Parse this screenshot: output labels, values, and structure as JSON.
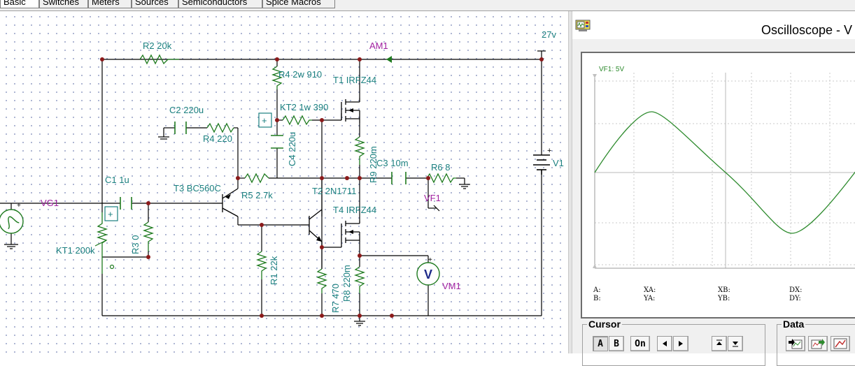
{
  "tabs": [
    {
      "label": "Basic",
      "active": true
    },
    {
      "label": "Switches",
      "active": false
    },
    {
      "label": "Meters",
      "active": false
    },
    {
      "label": "Sources",
      "active": false
    },
    {
      "label": "Semiconductors",
      "active": false
    },
    {
      "label": "Spice Macros",
      "active": false
    }
  ],
  "schematic": {
    "labels": {
      "r2": "R2 20k",
      "am1": "AM1",
      "v27": "27v",
      "r4": "R4 2w 910",
      "t1": "T1 IRFZ44",
      "c2": "C2 220u",
      "kt2": "KT2 1w 390",
      "r4b": "R4 220",
      "c4": "C4 220u",
      "r9": "R9 220m",
      "c3": "C3 10m",
      "r6": "R6 8",
      "v1": "V1",
      "c1": "C1  1u",
      "t3": "T3 BC560C",
      "r5": "R5 2.7k",
      "t2": "T2 2N1711",
      "vf1": "VF1",
      "vg1": "VG1",
      "t4": "T4 IRFZ44",
      "r3": "R3 0",
      "kt1": "KT1 200k",
      "r1": "R1 22k",
      "vm1": "VM1",
      "r7": "R7 470",
      "r8": "R8 220m",
      "vm_glyph": "V"
    }
  },
  "scope": {
    "title": "Oscilloscope - V",
    "icon": "oscilloscope-icon",
    "channel_label": "VF1: 5V",
    "trace_color": "#2e8b2e",
    "readouts": {
      "a": "A:",
      "b": "B:",
      "xa": "XA:",
      "ya": "YA:",
      "xb": "XB:",
      "yb": "YB:",
      "dx": "DX:",
      "dy": "DY:"
    },
    "cursor_group": {
      "label": "Cursor",
      "buttons": [
        "A",
        "B",
        "On"
      ]
    },
    "data_group": {
      "label": "Data"
    }
  }
}
